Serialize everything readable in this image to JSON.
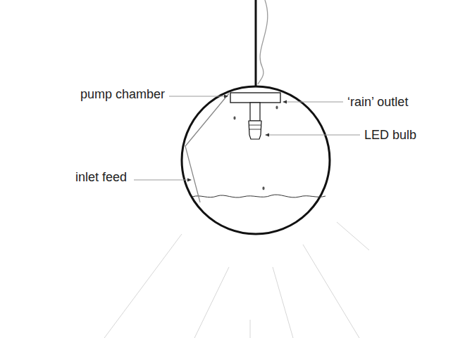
{
  "diagram": {
    "labels": [
      "pump chamber",
      "‘rain’ outlet",
      "LED bulb",
      "inlet feed"
    ]
  }
}
